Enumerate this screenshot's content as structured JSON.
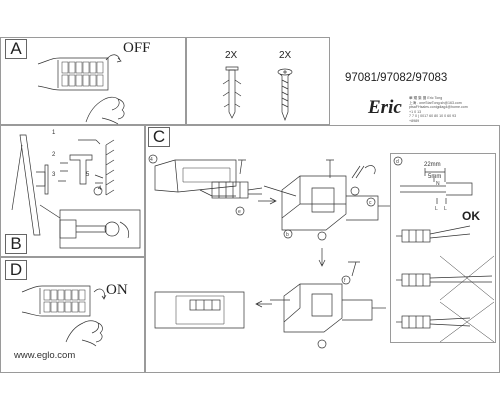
{
  "sections": {
    "a": {
      "letter": "A",
      "state": "OFF"
    },
    "b": {
      "letter": "B"
    },
    "c": {
      "letter": "C"
    },
    "d": {
      "letter": "D",
      "state": "ON"
    }
  },
  "hardware": {
    "dowel_qty": "2X",
    "screw_qty": "2X"
  },
  "models": "97081/97082/97083",
  "signature": {
    "text": "Eric",
    "lines": [
      "華 耀 集 團 Eric Tong",
      "上海 . oneStarTong.sh@163.com",
      "ptsaFHsales.conigdiag4@home.com",
      "+1 0 13",
      "7 7 0 ) 0017 60 80 10 0 60 93",
      "+8989"
    ]
  },
  "steps": {
    "s4": "4",
    "se": "e",
    "sb": "b",
    "sc": "c",
    "sf": "f",
    "sd": "d",
    "s1": "1",
    "s2": "2",
    "s3": "3",
    "s5": "5"
  },
  "wiring": {
    "d22": "22mm",
    "d5": "5mm",
    "n": "N",
    "l": "L",
    "ok": "OK"
  },
  "website": "www.eglo.com"
}
